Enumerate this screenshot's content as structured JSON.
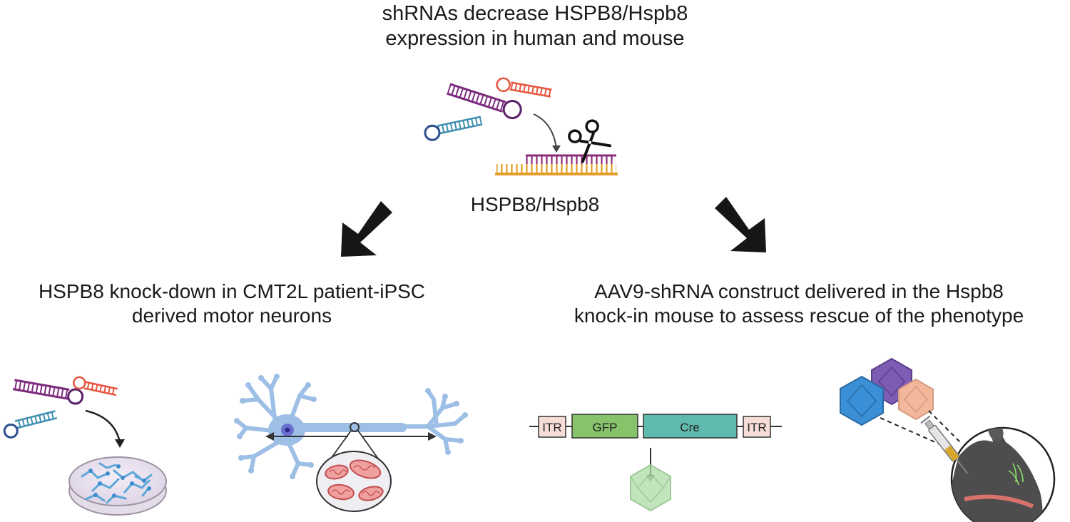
{
  "title": {
    "line1": "shRNAs decrease HSPB8/Hspb8",
    "line2": "expression in human and mouse"
  },
  "target_gene_label": "HSPB8/Hspb8",
  "left_branch": {
    "heading_line1": "HSPB8 knock-down in CMT2L patient-iPSC",
    "heading_line2": "derived motor neurons"
  },
  "right_branch": {
    "heading_line1": "AAV9-shRNA construct delivered in the Hspb8",
    "heading_line2": "knock-in mouse to assess rescue of the phenotype"
  },
  "construct": {
    "itr_left": "ITR",
    "gfp": "GFP",
    "cre": "Cre",
    "itr_right": "ITR"
  },
  "colors": {
    "purple_shrna": "#7b2a7e",
    "orange_shrna": "#e8553f",
    "blue_shrna": "#2f4d8f",
    "mrna_orange": "#e39c25",
    "neuron_blue": "#9dbfe6",
    "gfp_green": "#86c36b",
    "cre_teal": "#5fb9ad",
    "itr_pink": "#f6ddd8",
    "capsid_blue": "#3a8fd6",
    "capsid_purple": "#7d5cb3",
    "capsid_peach": "#f3b79b",
    "mouse_grey": "#4d4d4d"
  }
}
